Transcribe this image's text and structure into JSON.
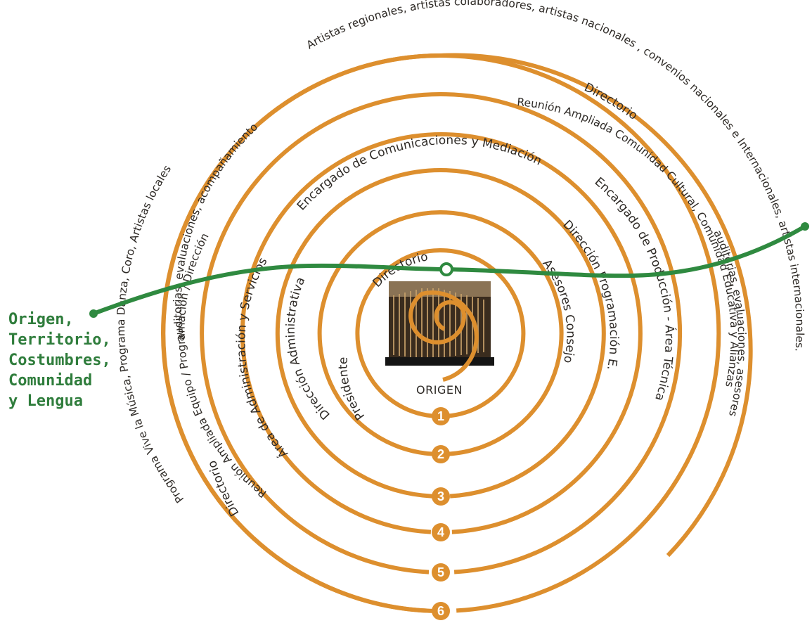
{
  "side_label": "Origen,\nTerritorio,\nCostumbres,\nComunidad\ny Lengua",
  "center_label": "ORIGEN",
  "ring_numbers": [
    "1",
    "2",
    "3",
    "4",
    "5",
    "6"
  ],
  "ring_texts": {
    "r1_left": "Presidente",
    "r1_top": "Directorio",
    "r1_right": "Asesores Consejo",
    "r2_left": "Dirección Administrativa",
    "r2_right": "Dirección Programación E.",
    "r3_left": "Área de Administración y Servicios",
    "r3_top": "Encargado de Comunicaciones y Mediación",
    "r3_right": "Encargado de Producción - Área Técnica",
    "r4_left": "Reunión Ampliada Equipo / Programación / Dirección",
    "r4_right": "Reunión Ampliada Comunidad Cultural, Comunidad Educativa y Alianzas",
    "r5_left": "Directorio",
    "r5_upper_left": "auditorias, evaluaciones, acompañamiento",
    "r5_top_right": "Directorio",
    "r5_right": "auditorias, evaluaciones, asesores",
    "r6_left": "Programa Vive la Música, Programa Danza, Coro, Artistas locales",
    "r6_top": "Artistas regionales, artistas colaboradores, artistas nacionales , convenios nacionales e Internacionales, artistas internacionales."
  },
  "colors": {
    "ring": "#dd8f2e",
    "green": "#2f8a40",
    "label_green": "#2f7d3c",
    "text": "#2e2a26"
  }
}
